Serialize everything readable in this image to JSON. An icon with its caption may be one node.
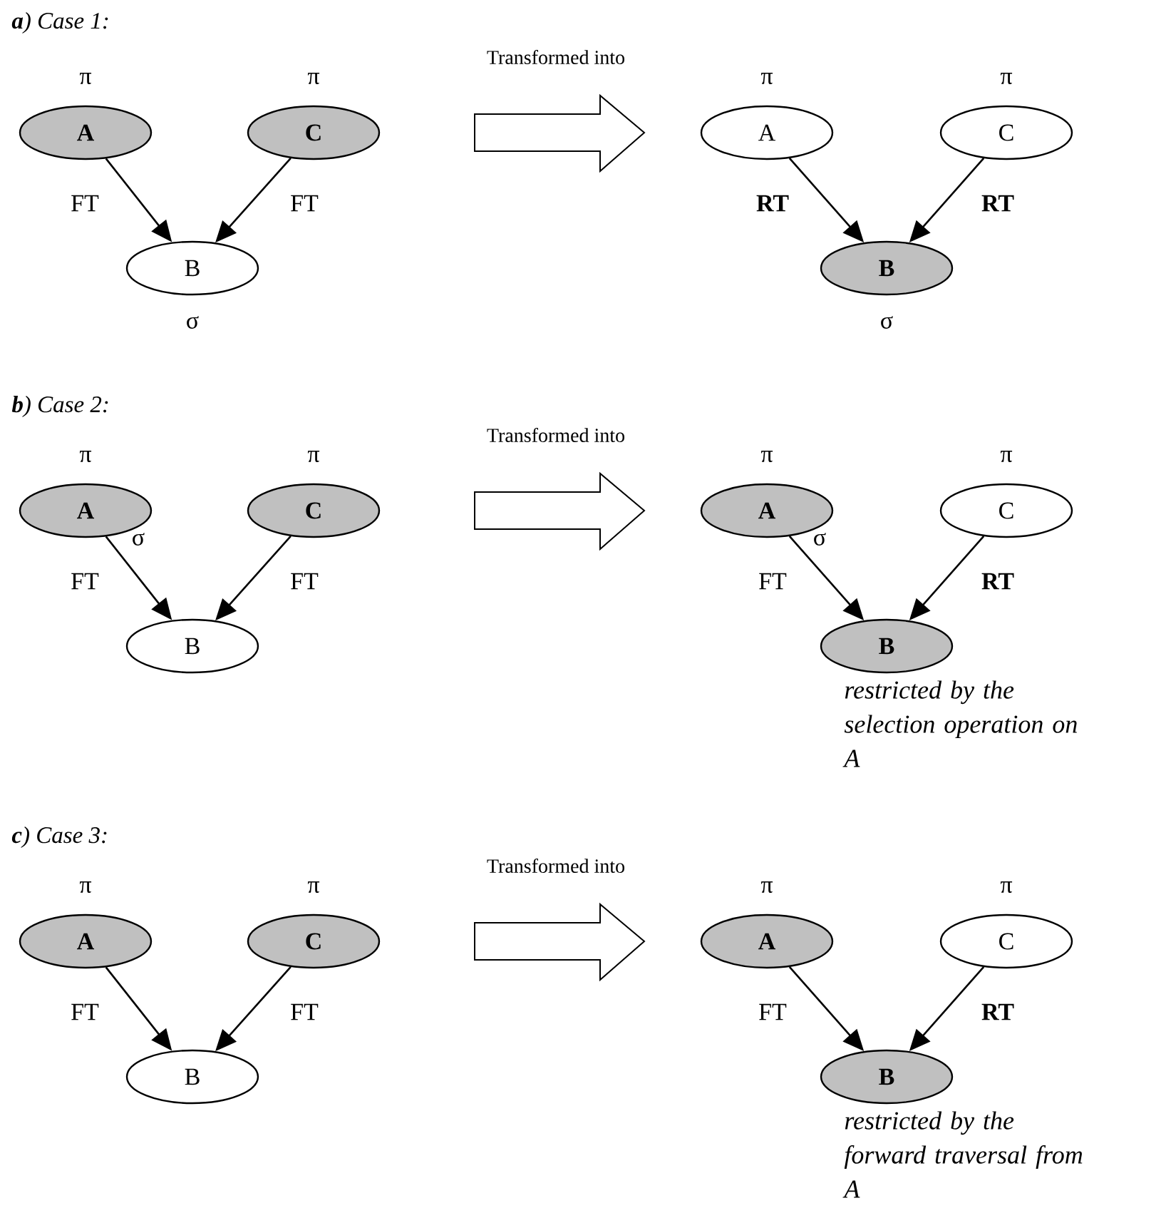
{
  "diagram": {
    "nodes": [
      {
        "text": [
          "A"
        ],
        "beside": [
          "π"
        ]
      },
      {
        "text": [
          "C"
        ],
        "beside": [
          "π"
        ]
      },
      {
        "text": [
          "B"
        ],
        "beside": [
          "σ"
        ]
      },
      {
        "text": [
          "A"
        ],
        "beside": [
          "π"
        ]
      },
      {
        "text": [
          "C"
        ],
        "beside": [
          "π"
        ]
      },
      {
        "text": [
          "B"
        ],
        "beside": [
          "σ"
        ]
      },
      {
        "text": [
          "A"
        ],
        "beside": [
          "π",
          "σ"
        ]
      },
      {
        "text": [
          "C"
        ],
        "beside": [
          "π"
        ]
      },
      {
        "text": [
          "B"
        ]
      },
      {
        "text": [
          "A"
        ],
        "beside": [
          "π",
          "σ"
        ]
      },
      {
        "text": [
          "C"
        ],
        "beside": [
          "π"
        ]
      },
      {
        "text": [
          "B"
        ],
        "beside": [
          "restricted by the selection operation on A"
        ]
      },
      {
        "text": [
          "A"
        ],
        "beside": [
          "π"
        ]
      },
      {
        "text": [
          "C"
        ],
        "beside": [
          "π"
        ]
      },
      {
        "text": [
          "B"
        ]
      },
      {
        "text": [
          "A"
        ],
        "beside": [
          "π"
        ]
      },
      {
        "text": [
          "C"
        ],
        "beside": [
          "π"
        ]
      },
      {
        "text": [
          "B"
        ],
        "beside": [
          "restricted by the forward traversal from A"
        ]
      }
    ],
    "edges": [
      {
        "from": 0,
        "to": 2,
        "arrow": "to",
        "label": "FT"
      },
      {
        "from": 1,
        "to": 2,
        "arrow": "to",
        "label": "FT"
      },
      {
        "from": 3,
        "to": 5,
        "arrow": "to",
        "label": "RT"
      },
      {
        "from": 4,
        "to": 5,
        "arrow": "to",
        "label": "RT"
      },
      {
        "from": 6,
        "to": 8,
        "arrow": "to",
        "label": "FT"
      },
      {
        "from": 7,
        "to": 8,
        "arrow": "to",
        "label": "FT"
      },
      {
        "from": 9,
        "to": 11,
        "arrow": "to",
        "label": "FT"
      },
      {
        "from": 10,
        "to": 11,
        "arrow": "to",
        "label": "RT"
      },
      {
        "from": 12,
        "to": 14,
        "arrow": "to",
        "label": "FT"
      },
      {
        "from": 13,
        "to": 14,
        "arrow": "to",
        "label": "FT"
      },
      {
        "from": 15,
        "to": 17,
        "arrow": "to",
        "label": "FT"
      },
      {
        "from": 16,
        "to": 17,
        "arrow": "to",
        "label": "RT"
      }
    ],
    "labels": [
      "**a**) Case 1:",
      "Transformed into",
      "**b**) Case 2:",
      "Transformed into",
      "**c**) Case 3:",
      "Transformed into"
    ]
  }
}
